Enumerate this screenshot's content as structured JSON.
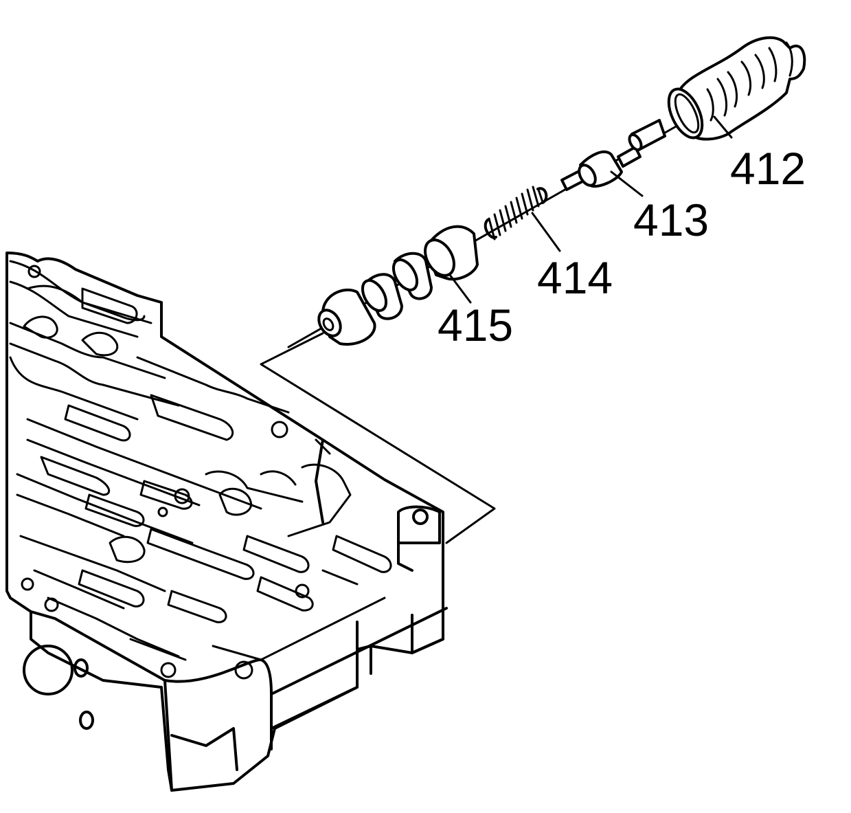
{
  "callouts": {
    "c412": "412",
    "c413": "413",
    "c414": "414",
    "c415": "415"
  },
  "colors": {
    "ink": "#000000",
    "paper": "#ffffff"
  }
}
